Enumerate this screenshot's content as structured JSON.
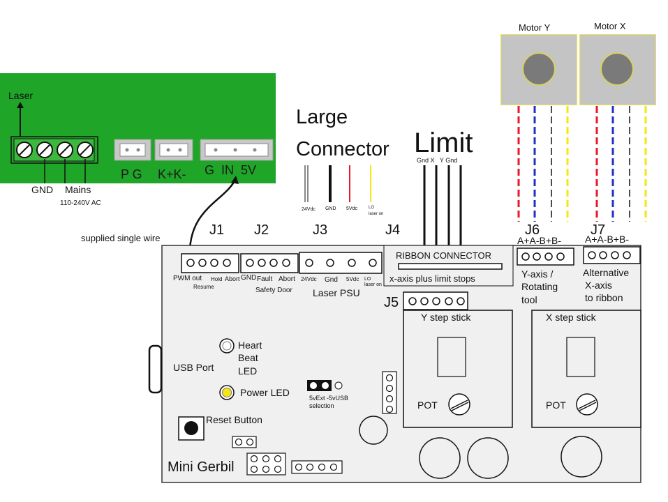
{
  "psu": {
    "laser_label": "Laser",
    "connector_labels": [
      "P G",
      "K+K-",
      "G  IN  5V"
    ],
    "gnd_label": "GND",
    "mains_label": "Mains",
    "ac_label": "110-240V AC"
  },
  "headings": {
    "large_connector_line1": "Large",
    "large_connector_line2": "Connector",
    "limit": "Limit"
  },
  "large_connector_wires": [
    "24Vdc",
    "GND",
    "5Vdc",
    "LO",
    "laser on"
  ],
  "limit_wire_labels": "Gnd X   Y Gnd",
  "motors": {
    "y_title": "Motor Y",
    "x_title": "Motor X",
    "pin_labels": "A+A-B+B-"
  },
  "wire_colors": {
    "red": "#e8182a",
    "blue": "#1f2fc8",
    "black": "#111111",
    "yellow": "#f5e614",
    "white": "#ffffff",
    "psu_green": "#1fa629",
    "motor_grey": "#c4c4c4"
  },
  "board": {
    "supplied_wire": "supplied single wire",
    "j1": "J1",
    "j2": "J2",
    "j3": "J3",
    "j4": "J4",
    "j5": "J5",
    "j6": "J6",
    "j7": "J7",
    "j1_labels": {
      "pwm_out": "PWM out",
      "resume": "Resume",
      "hold": "Hold",
      "abort": "Abort"
    },
    "j2_labels": {
      "gnd": "GND",
      "fault": "Fault",
      "abort": "Abort",
      "safety_door": "Safety Door"
    },
    "j3_labels": {
      "v24": "24Vdc",
      "gnd": "Gnd",
      "v5": "5Vdc",
      "lo": "LO",
      "laser_on": "laser on",
      "title": "Laser PSU"
    },
    "ribbon_title": "RIBBON CONNECTOR",
    "ribbon_sub": "x-axis plus limit stops",
    "j6_desc": [
      "Y-axis /",
      "Rotating",
      "tool"
    ],
    "j7_desc": [
      "Alternative",
      "X-axis",
      "to ribbon"
    ],
    "usb_port": "USB Port",
    "heartbeat": [
      "Heart",
      "Beat",
      "LED"
    ],
    "power_led": "Power LED",
    "selection": [
      "5vExt -5vUSB",
      "selection"
    ],
    "reset_button": "Reset Button",
    "board_name": "Mini Gerbil",
    "y_stick": "Y step stick",
    "x_stick": "X step stick",
    "pot": "POT"
  }
}
